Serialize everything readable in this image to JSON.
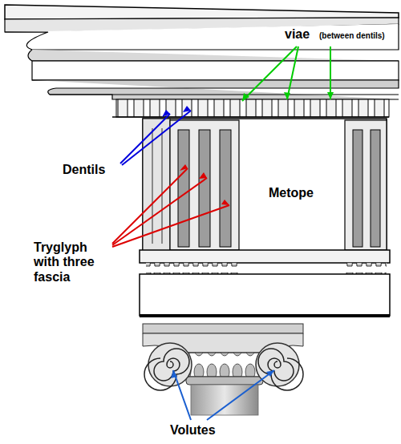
{
  "diagram": {
    "labels": [
      "viae",
      "(between dentils)",
      "Dentils",
      "Metope",
      "Tryglyph with three fascia",
      "Volutes"
    ]
  }
}
